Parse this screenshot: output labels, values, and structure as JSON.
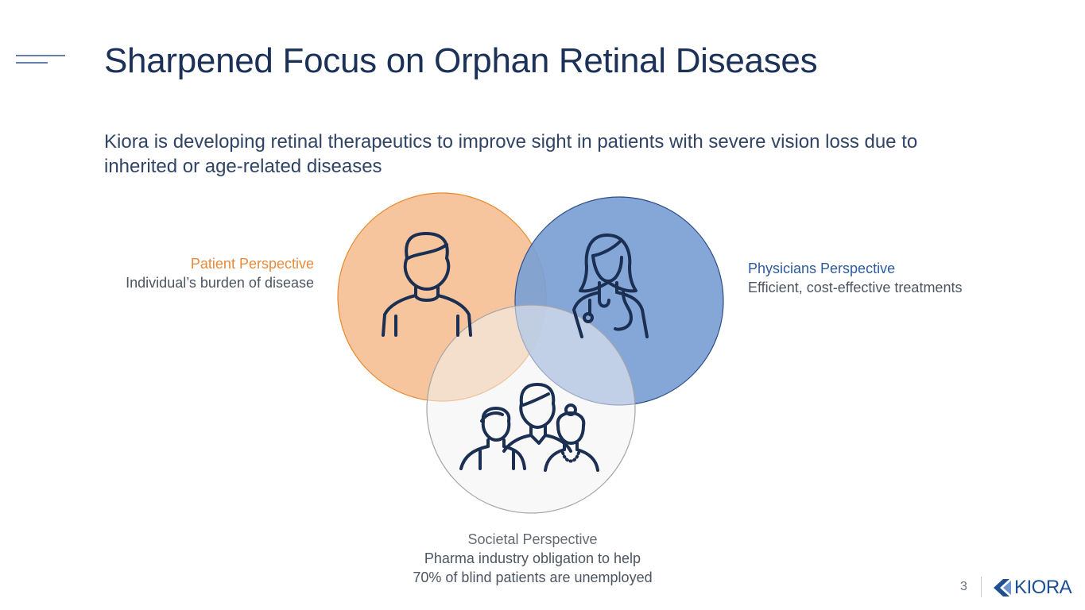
{
  "slide": {
    "title": "Sharpened Focus on Orphan Retinal Diseases",
    "subtitle": "Kiora is developing retinal therapeutics to improve sight in patients with severe vision loss due to inherited or age-related diseases",
    "page_number": "3"
  },
  "perspectives": {
    "patient": {
      "heading": "Patient Perspective",
      "desc": "Individual’s burden of disease"
    },
    "physician": {
      "heading": "Physicians Perspective",
      "desc": "Efficient, cost-effective treatments"
    },
    "societal": {
      "heading": "Societal Perspective",
      "lines": [
        "Pharma industry obligation to help",
        "70% of blind patients are unemployed"
      ]
    }
  },
  "icons": {
    "patient": "person-icon",
    "physician": "doctor-icon",
    "societal": "family-icon"
  },
  "colors": {
    "title": "#1b3158",
    "patient_fill": "#f7c59d",
    "patient_stroke": "#e8892f",
    "physician_fill": "#7b9fd4",
    "physician_stroke": "#2d4f88",
    "societal_fill": "#f2f2f2",
    "societal_stroke": "#a5a5a5",
    "icon_stroke": "#1b2f52"
  },
  "logo": {
    "text": "KIORA"
  }
}
